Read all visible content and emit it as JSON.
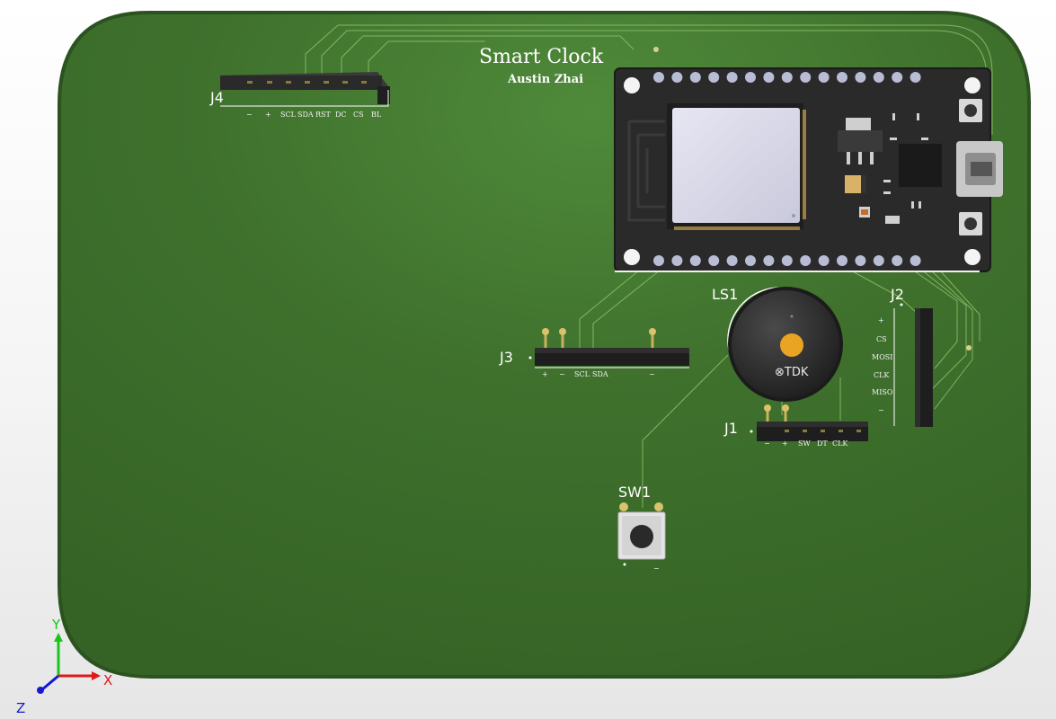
{
  "board": {
    "title": "Smart Clock",
    "author": "Austin Zhai",
    "colors": {
      "soldermask": "#3d6e2c",
      "edge": "#2f5b22",
      "trace": "#8fc06a",
      "silkscreen": "#ffffff"
    }
  },
  "components": {
    "j4": {
      "ref": "J4",
      "pins": [
        "−",
        "+",
        "SCL",
        "SDA",
        "RST",
        "DC",
        "CS",
        "BL"
      ]
    },
    "j3": {
      "ref": "J3",
      "pins": [
        "+",
        "−",
        "SCL",
        "SDA",
        "−"
      ]
    },
    "j2": {
      "ref": "J2",
      "pins": [
        "+",
        "CS",
        "MOSI",
        "CLK",
        "MISO",
        "−"
      ]
    },
    "j1": {
      "ref": "J1",
      "pins": [
        "−",
        "+",
        "SW",
        "DT",
        "CLK"
      ]
    },
    "ls1": {
      "ref": "LS1",
      "brand": "⊗TDK"
    },
    "sw1": {
      "ref": "SW1",
      "minus": "−"
    }
  },
  "axes": {
    "y": "Y",
    "x": "X",
    "z": "Z"
  }
}
